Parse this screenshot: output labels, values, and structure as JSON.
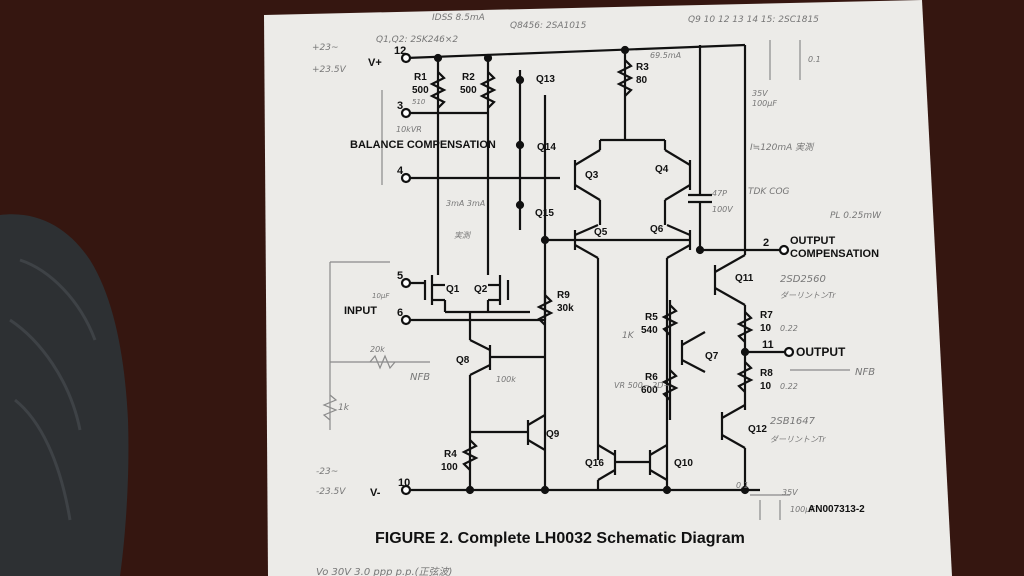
{
  "figure": {
    "caption": "FIGURE 2. Complete LH0032 Schematic Diagram",
    "code": "AN007313-2"
  },
  "pins": [
    {
      "num": "12",
      "label": "V+"
    },
    {
      "num": "3",
      "label": ""
    },
    {
      "num": "4",
      "label": ""
    },
    {
      "num": "5",
      "label": ""
    },
    {
      "num": "6",
      "label": ""
    },
    {
      "num": "2",
      "label": "OUTPUT COMPENSATION"
    },
    {
      "num": "11",
      "label": "OUTPUT"
    },
    {
      "num": "10",
      "label": "V-"
    }
  ],
  "group_labels": {
    "balance": "BALANCE COMPENSATION",
    "input": "INPUT",
    "output_comp_1": "OUTPUT",
    "output_comp_2": "COMPENSATION"
  },
  "resistors": [
    {
      "name": "R1",
      "value": "500"
    },
    {
      "name": "R2",
      "value": "500"
    },
    {
      "name": "R3",
      "value": "80"
    },
    {
      "name": "R9",
      "value": "30k"
    },
    {
      "name": "R4",
      "value": "100"
    },
    {
      "name": "R5",
      "value": "540"
    },
    {
      "name": "R6",
      "value": "600"
    },
    {
      "name": "R7",
      "value": "10"
    },
    {
      "name": "R8",
      "value": "10"
    }
  ],
  "transistors": [
    "Q1",
    "Q2",
    "Q3",
    "Q4",
    "Q5",
    "Q6",
    "Q7",
    "Q8",
    "Q9",
    "Q10",
    "Q11",
    "Q12",
    "Q13",
    "Q14",
    "Q15",
    "Q16"
  ],
  "annotations": {
    "supply_pos_1": "+23~",
    "supply_pos_2": "+23.5V",
    "supply_neg_1": "-23~",
    "supply_neg_2": "-23.5V",
    "idss": "IDSS 8.5mA",
    "q1q2": "Q1,Q2: 2SK246×2",
    "q8456": "Q8456: 2SA1015",
    "q9": "Q9 10 12 13 14 15: 2SC1815",
    "r3_current": "69.5mA",
    "vr10k": "10kVR",
    "vr_note": "510",
    "i_meas": "3mA 3mA",
    "i_meas2": "実測",
    "i_120": "I≒120mA 実測",
    "cap_47p": "47P",
    "cap_100v": "100V",
    "tdk": "TDK COG",
    "pl": "PL 0.25mW",
    "q11": "2SD2560",
    "q11b": "ダーリントンTr",
    "q12": "2SB1647",
    "q12b": "ダーリントンTr",
    "r7_new": "0.22",
    "r8_new": "0.22",
    "r5_note": "1K",
    "vr500": "VR 500~ 2D~",
    "cap_10u": "10μF",
    "r20k": "20k",
    "nfb": "NFB",
    "r1k": "1k",
    "r100k": "100k",
    "cap_01": "0.1",
    "cap_35v": "35V",
    "cap_100uf": "100μF",
    "cap_01b": "0.1",
    "cap_35vb": "35V",
    "cap_100ufb": "100μF",
    "bottom_note": "Vo 30V   3.0 ppp   p.p.(正弦波)"
  }
}
